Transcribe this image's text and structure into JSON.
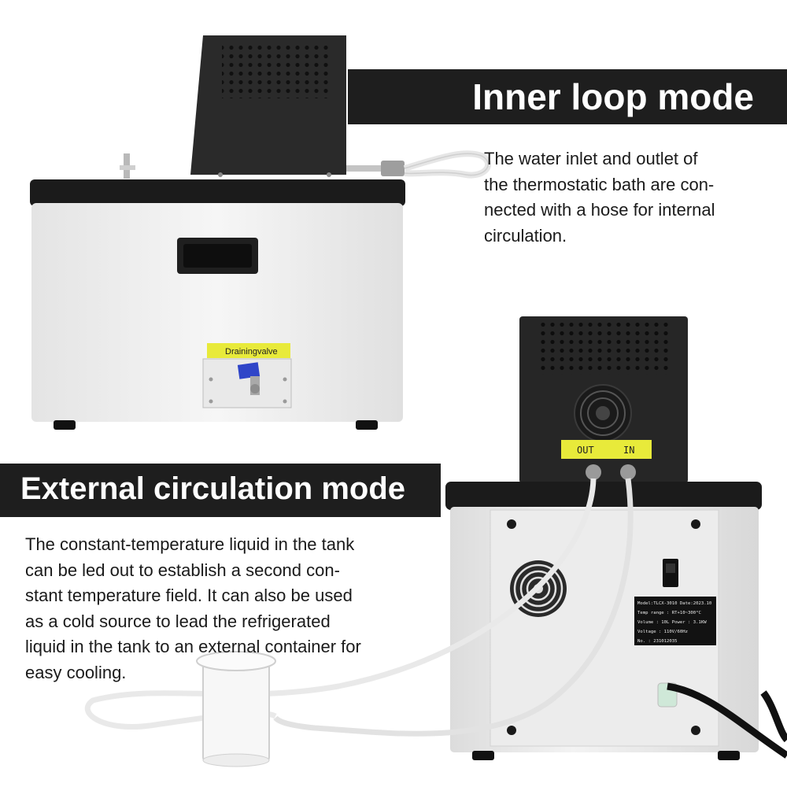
{
  "inner_loop": {
    "title": "Inner loop mode",
    "description_lines": [
      "The water inlet and outlet of",
      "the thermostatic bath are con-",
      "nected with a hose for internal",
      "circulation."
    ]
  },
  "external_circulation": {
    "title": "External circulation mode",
    "description_lines": [
      "The constant-temperature liquid in the tank",
      "can be led out to establish a second con-",
      "stant temperature field. It can also be used",
      "as a cold source to lead the refrigerated",
      "liquid in the tank to an external container for",
      "easy cooling."
    ]
  },
  "device_front": {
    "drain_valve_label": "Drainingvalve"
  },
  "device_back": {
    "port_out_label": "OUT",
    "port_in_label": "IN",
    "nameplate_lines": [
      "Model:TLCX-3010 Date:2023.10",
      "Temp range : RT+10~300°C",
      "Volume : 10L  Power : 3.1KW",
      "Voltage : 110V/60Hz",
      "No. : 231012035"
    ]
  },
  "colors": {
    "banner_bg": "#1e1e1e",
    "label_yellow": "#e8ea3a",
    "valve_blue": "#2f45c8",
    "panel_black": "#1f1f1f",
    "body_white": "#f1f1f1"
  }
}
